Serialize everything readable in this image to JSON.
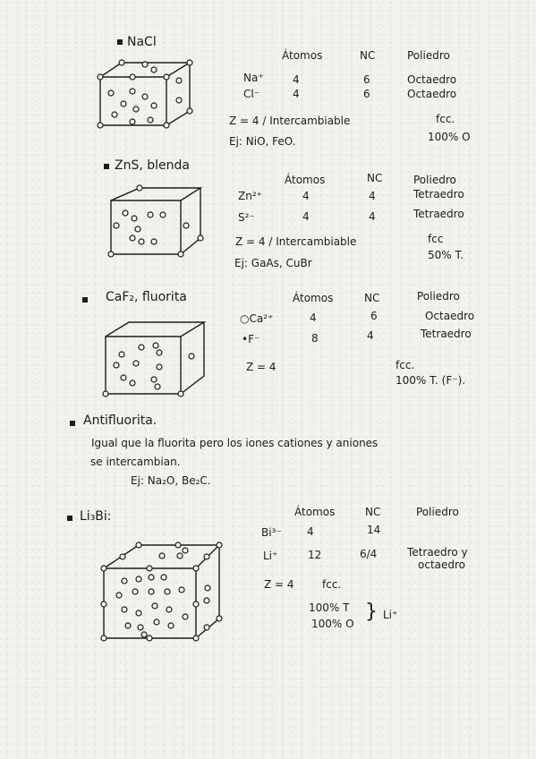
{
  "nacl": {
    "title": "NaCl",
    "headers": {
      "atoms": "Átomos",
      "nc": "NC",
      "poly": "Poliedro"
    },
    "rows": [
      {
        "ion": "Na⁺",
        "atoms": "4",
        "nc": "6",
        "poly": "Octaedro"
      },
      {
        "ion": "Cl⁻",
        "atoms": "4",
        "nc": "6",
        "poly": "Octaedro"
      }
    ],
    "z": "Z = 4 / Intercambiable",
    "ej": "Ej: NiO, FeO.",
    "fcc": "fcc.",
    "occ": "100% O"
  },
  "zns": {
    "title": "ZnS, blenda",
    "headers": {
      "atoms": "Átomos",
      "nc": "NC",
      "poly": "Poliedro"
    },
    "rows": [
      {
        "ion": "Zn²⁺",
        "atoms": "4",
        "nc": "4",
        "poly": "Tetraedro"
      },
      {
        "ion": "S²⁻",
        "atoms": "4",
        "nc": "4",
        "poly": "Tetraedro"
      }
    ],
    "z": "Z = 4 / Intercambiable",
    "ej": "Ej: GaAs, CuBr",
    "fcc": "fcc",
    "occ": "50% T."
  },
  "caf2": {
    "title": "CaF₂, fluorita",
    "headers": {
      "atoms": "Átomos",
      "nc": "NC",
      "poly": "Poliedro"
    },
    "rows": [
      {
        "ion": "○Ca²⁺",
        "atoms": "4",
        "nc": "6",
        "poly": "Octaedro"
      },
      {
        "ion": "•F⁻",
        "atoms": "8",
        "nc": "4",
        "poly": "Tetraedro"
      }
    ],
    "z": "Z = 4",
    "fcc": "fcc.",
    "occ": "100% T. (F⁻)."
  },
  "antifluorita": {
    "title": "Antifluorita.",
    "line1": "Igual que la fluorita pero los iones cationes y aniones",
    "line2": "se intercambian.",
    "ej": "Ej: Na₂O, Be₂C."
  },
  "li3bi": {
    "title": "Li₃Bi:",
    "headers": {
      "atoms": "Átomos",
      "nc": "NC",
      "poly": "Poliedro"
    },
    "rows": [
      {
        "ion": "Bi³⁻",
        "atoms": "4",
        "nc": "14",
        "poly": "Tetraedro y"
      },
      {
        "ion": "Li⁺",
        "atoms": "12",
        "nc": "6/4",
        "poly": "octaedro"
      }
    ],
    "z": "Z = 4",
    "fcc": "fcc.",
    "occ1": "100% T",
    "occ2": "100% O",
    "brace_label": "Li⁺"
  }
}
